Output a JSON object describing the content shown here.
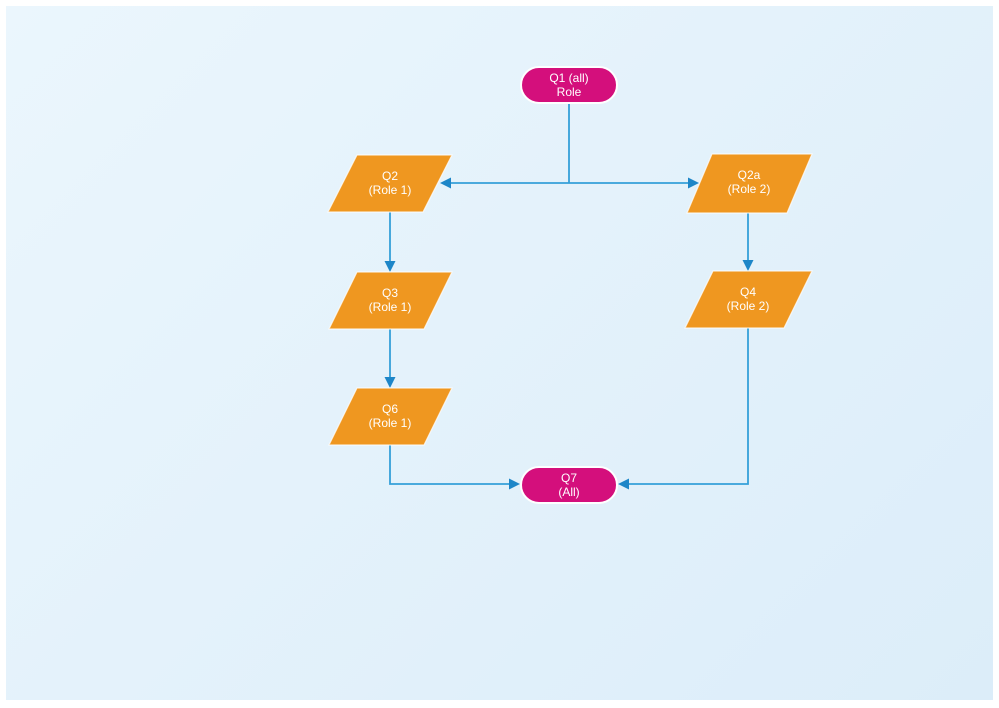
{
  "diagram": {
    "colors": {
      "page_border": "#ffffff",
      "background_light": "#ebf6fd",
      "background_dark": "#dcedf9",
      "terminator_fill": "#d40f7c",
      "process_fill": "#ef9720",
      "connector": "#35a0d9",
      "arrowhead": "#1d86c8",
      "shape_outline": "#ffffff",
      "label_text": "#ffffff"
    },
    "nodes": {
      "q1": {
        "line1": "Q1 (all)",
        "line2": "Role",
        "shape": "terminator"
      },
      "q2": {
        "line1": "Q2",
        "line2": "(Role 1)",
        "shape": "parallelogram"
      },
      "q2a": {
        "line1": "Q2a",
        "line2": "(Role 2)",
        "shape": "parallelogram"
      },
      "q3": {
        "line1": "Q3",
        "line2": "(Role 1)",
        "shape": "parallelogram"
      },
      "q4": {
        "line1": "Q4",
        "line2": "(Role 2)",
        "shape": "parallelogram"
      },
      "q6": {
        "line1": "Q6",
        "line2": "(Role 1)",
        "shape": "parallelogram"
      },
      "q7": {
        "line1": "Q7",
        "line2": "(All)",
        "shape": "terminator"
      }
    },
    "edges": [
      {
        "from": "q1",
        "to": "q2"
      },
      {
        "from": "q1",
        "to": "q2a"
      },
      {
        "from": "q2",
        "to": "q3"
      },
      {
        "from": "q3",
        "to": "q6"
      },
      {
        "from": "q6",
        "to": "q7"
      },
      {
        "from": "q2a",
        "to": "q4"
      },
      {
        "from": "q4",
        "to": "q7"
      }
    ]
  }
}
